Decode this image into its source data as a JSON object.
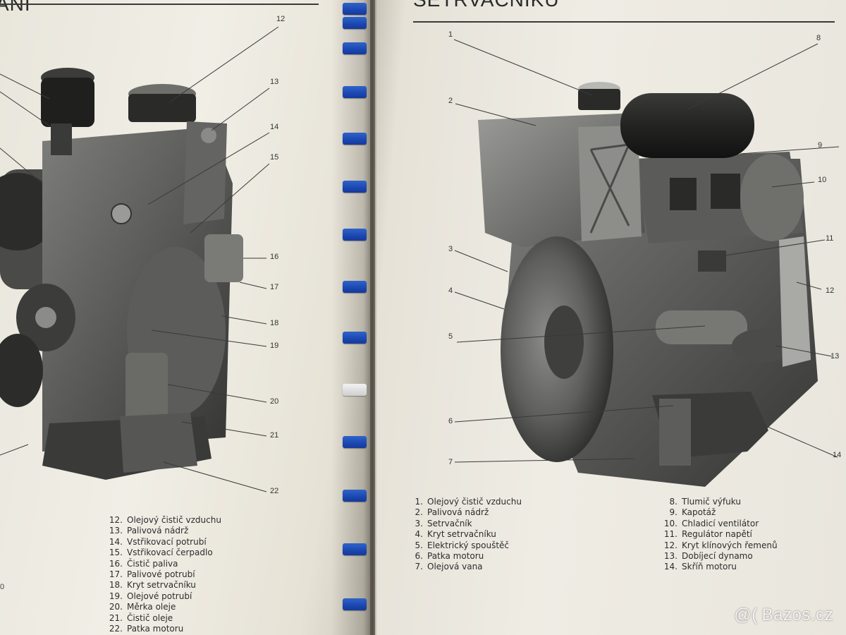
{
  "left_page": {
    "heading": "ÁNÍ",
    "callouts": [
      "12",
      "13",
      "14",
      "15",
      "16",
      "17",
      "18",
      "19",
      "20",
      "21",
      "22"
    ],
    "legend": [
      {
        "n": "12.",
        "t": "Olejový čistič vzduchu"
      },
      {
        "n": "13.",
        "t": "Palivová nádrž"
      },
      {
        "n": "14.",
        "t": "Vstřikovací potrubí"
      },
      {
        "n": "15.",
        "t": "Vstřikovací čerpadlo"
      },
      {
        "n": "16.",
        "t": "Čistič paliva"
      },
      {
        "n": "17.",
        "t": "Palivové potrubí"
      },
      {
        "n": "18.",
        "t": "Kryt setrvačníku"
      },
      {
        "n": "19.",
        "t": "Olejové potrubí"
      },
      {
        "n": "20.",
        "t": "Měrka oleje"
      },
      {
        "n": "21.",
        "t": "Čistič oleje"
      },
      {
        "n": "22.",
        "t": "Patka motoru"
      }
    ],
    "margin_stub": "0"
  },
  "right_page": {
    "heading": "SETRVAČNÍKU",
    "callouts": [
      "1",
      "2",
      "3",
      "4",
      "5",
      "6",
      "7",
      "8",
      "9",
      "10",
      "11",
      "12",
      "13",
      "14"
    ],
    "legend_left": [
      {
        "n": "1.",
        "t": "Olejový čistič vzduchu"
      },
      {
        "n": "2.",
        "t": "Palivová nádrž"
      },
      {
        "n": "3.",
        "t": "Setrvačník"
      },
      {
        "n": "4.",
        "t": "Kryt setrvačníku"
      },
      {
        "n": "5.",
        "t": "Elektrický spouštěč"
      },
      {
        "n": "6.",
        "t": "Patka motoru"
      },
      {
        "n": "7.",
        "t": "Olejová vana"
      }
    ],
    "legend_right": [
      {
        "n": "8.",
        "t": "Tlumič výfuku"
      },
      {
        "n": "9.",
        "t": "Kapotáž"
      },
      {
        "n": "10.",
        "t": "Chladicí ventilátor"
      },
      {
        "n": "11.",
        "t": "Regulátor napětí"
      },
      {
        "n": "12.",
        "t": "Kryt klínových řemenů"
      },
      {
        "n": "13.",
        "t": "Dobíjecí dynamo"
      },
      {
        "n": "14.",
        "t": "Skříň motoru"
      }
    ]
  },
  "watermark": {
    "logo": "@(",
    "text": "Bazos.cz"
  },
  "colors": {
    "binding_coil": "#1f4fbf",
    "ink": "#2c2c2c",
    "paper": "#efece4"
  }
}
